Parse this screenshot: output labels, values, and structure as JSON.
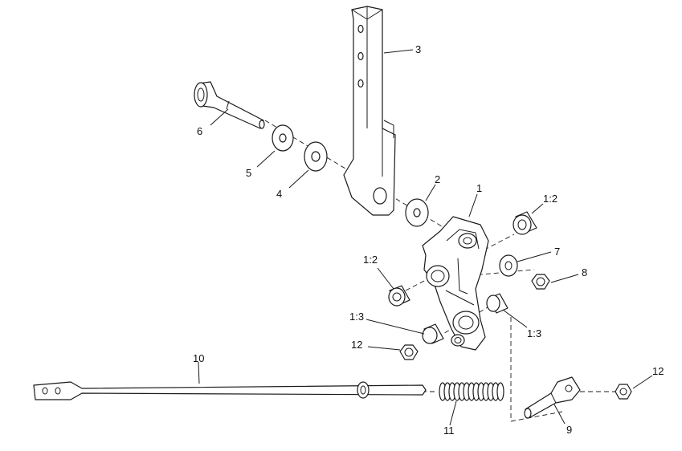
{
  "callouts": {
    "c1": "1",
    "c2": "2",
    "c3": "3",
    "c4": "4",
    "c5": "5",
    "c6": "6",
    "c7": "7",
    "c8": "8",
    "c9": "9",
    "c10": "10",
    "c11": "11",
    "c12a": "12",
    "c12b": "12",
    "c1_2a": "1:2",
    "c1_2b": "1:2",
    "c1_3a": "1:3",
    "c1_3b": "1:3"
  }
}
